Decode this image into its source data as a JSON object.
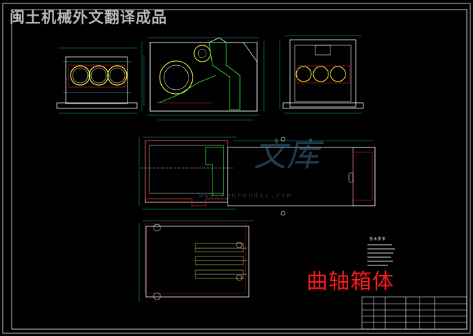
{
  "header": {
    "text": "闽土机械外文翻译成品"
  },
  "drawing": {
    "title": "曲轴箱体"
  },
  "technical_notes": {
    "title": "技术要求"
  },
  "watermark": {
    "cn": "文库",
    "url": "www.renrendoc.com"
  },
  "colors": {
    "background": "#000000",
    "frame": "#ffffff",
    "outline": "#ffffff",
    "hatch": "#ff2020",
    "dimension": "#20e0e0",
    "hole": "#ffff40",
    "boss": "#30ff30",
    "title": "#ff1a1a",
    "watermark": "#3d6e93"
  }
}
